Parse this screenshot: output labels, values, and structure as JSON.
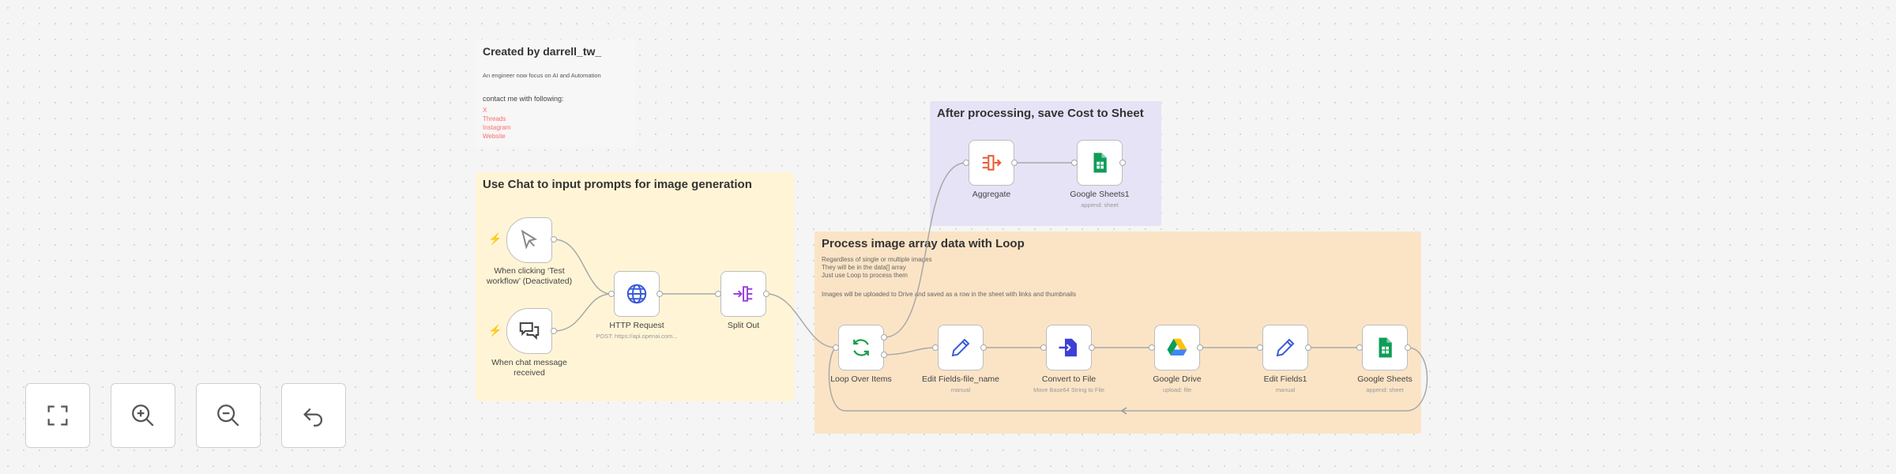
{
  "credit_note": {
    "title": "Created by darrell_tw_",
    "subtitle": "An engineer now focus on AI and Automation",
    "contact_heading": "contact me with following:",
    "links": [
      "X",
      "Threads",
      "Instagram",
      "Website"
    ]
  },
  "sticky_chat": {
    "title": "Use Chat to input prompts for image generation"
  },
  "sticky_save": {
    "title": "After processing, save Cost to Sheet"
  },
  "sticky_loop": {
    "title": "Process image array data with Loop",
    "lines": [
      "Regardless of single or multiple images",
      "They will be in the data[] array",
      "Just use Loop to process them",
      "",
      "Images will be uploaded to Drive and saved as a row in the sheet with links and thumbnails"
    ]
  },
  "nodes": {
    "manual_trigger": {
      "label": "When clicking ‘Test workflow’ (Deactivated)",
      "icon": "cursor-icon"
    },
    "chat_trigger": {
      "label": "When chat message received",
      "icon": "chat-icon"
    },
    "http_request": {
      "label": "HTTP Request",
      "sub": "POST: https://api.openai.com...",
      "icon": "globe-icon"
    },
    "split_out": {
      "label": "Split Out",
      "icon": "split-icon"
    },
    "loop": {
      "label": "Loop Over Items",
      "icon": "loop-icon"
    },
    "edit_fields_name": {
      "label": "Edit Fields-file_name",
      "sub": "manual",
      "icon": "pencil-icon"
    },
    "convert": {
      "label": "Convert to File",
      "sub": "Move Base64 String to File",
      "icon": "file-convert-icon"
    },
    "drive": {
      "label": "Google Drive",
      "sub": "upload: file",
      "icon": "google-drive-icon"
    },
    "edit_fields1": {
      "label": "Edit Fields1",
      "sub": "manual",
      "icon": "pencil-icon"
    },
    "sheets": {
      "label": "Google Sheets",
      "sub": "append: sheet",
      "icon": "google-sheets-icon"
    },
    "aggregate": {
      "label": "Aggregate",
      "icon": "aggregate-icon"
    },
    "sheets1": {
      "label": "Google Sheets1",
      "sub": "append: sheet",
      "icon": "google-sheets-icon"
    }
  },
  "controls": {
    "fit": "fit-view-icon",
    "zoom_in": "zoom-in-icon",
    "zoom_out": "zoom-out-icon",
    "reset": "undo-icon"
  },
  "colors": {
    "canvas": "#f5f5f5",
    "sticky_yellow": "#fff5d6",
    "sticky_orange": "#fbe4c6",
    "sticky_purple": "#e6e3f6",
    "trigger_bolt": "#ff6d5a",
    "link_red": "#ff6b6b"
  }
}
